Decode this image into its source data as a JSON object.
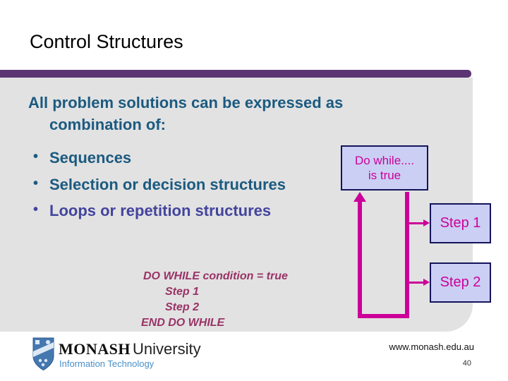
{
  "title": "Control Structures",
  "content": {
    "intro_line1": "All problem solutions can be expressed as",
    "intro_line2": "combination of:",
    "bullet_glyph": "•",
    "bullets": [
      "Sequences",
      "Selection or decision structures",
      "Loops or repetition structures"
    ]
  },
  "diagram": {
    "condition_line1": "Do while....",
    "condition_line2": "is true",
    "step1": "Step 1",
    "step2": "Step 2"
  },
  "pseudocode": {
    "lines": [
      "DO WHILE condition = true",
      "Step 1",
      "Step 2",
      "END DO WHILE"
    ]
  },
  "footer": {
    "logo_primary": "MONASH",
    "logo_secondary": "University",
    "logo_subtitle": "Information Technology",
    "url": "www.monash.edu.au",
    "page_number": "40"
  },
  "colors": {
    "accent_bar": "#5C3473",
    "panel_bg": "#E2E2E2",
    "body_text": "#1B5A80",
    "loops_text": "#44449E",
    "diagram_magenta": "#CC0099",
    "box_fill": "#CBCFF4",
    "box_border": "#14145A",
    "pseudocode_text": "#993366",
    "logo_blue": "#4A90C8"
  }
}
